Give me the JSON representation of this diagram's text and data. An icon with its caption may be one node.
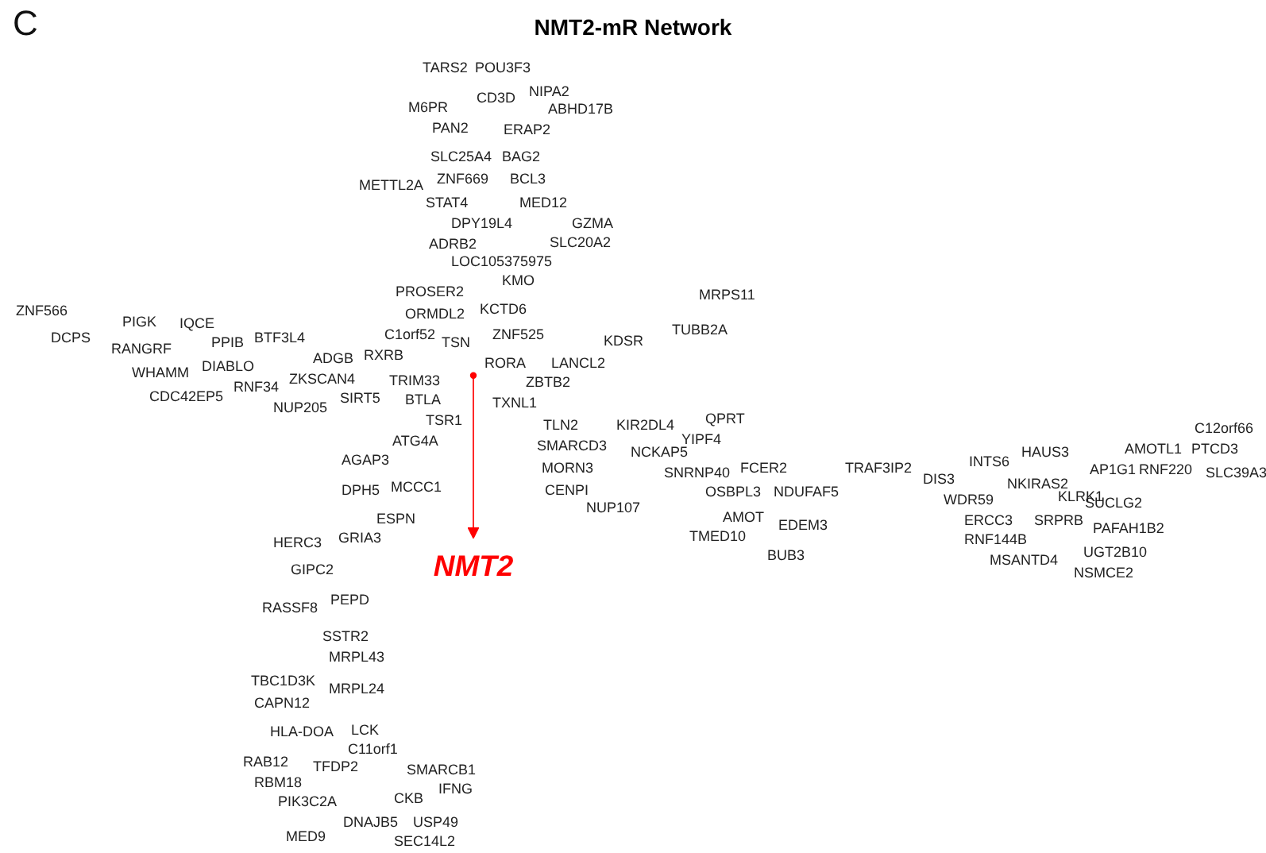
{
  "diagram": {
    "title": "NMT2-mR Network",
    "nodes": [
      {
        "text": [],
        "shape": "circle"
      },
      {
        "text": [
          "NMT2"
        ]
      }
    ],
    "edges": [
      {
        "from": 0,
        "to": 1,
        "arrow": "to",
        "color": "#ff0000"
      }
    ],
    "labels": [
      "C",
      "TARS2",
      "POU3F3",
      "CD3D",
      "NIPA2",
      "M6PR",
      "ABHD17B",
      "PAN2",
      "ERAP2",
      "SLC25A4",
      "BAG2",
      "ZNF669",
      "BCL3",
      "METTL2A",
      "STAT4",
      "MED12",
      "DPY19L4",
      "GZMA",
      "ADRB2",
      "SLC20A2",
      "LOC105375975",
      "KMO",
      "PROSER2",
      "KCTD6",
      "MRPS11",
      "ORMDL2",
      "ZNF525",
      "ZNF566",
      "PIGK",
      "IQCE",
      "C1orf52",
      "TSN",
      "TUBB2A",
      "DCPS",
      "RANGRF",
      "PPIB",
      "BTF3L4",
      "RXRB",
      "KDSR",
      "ADGB",
      "RORA",
      "LANCL2",
      "WHAMM",
      "DIABLO",
      "ZKSCAN4",
      "TRIM33",
      "ZBTB2",
      "RNF34",
      "CDC42EP5",
      "SIRT5",
      "BTLA",
      "TXNL1",
      "NUP205",
      "TSR1",
      "TLN2",
      "KIR2DL4",
      "QPRT",
      "ATG4A",
      "SMARCD3",
      "YIPF4",
      "HAUS3",
      "AMOTL1",
      "C12orf66",
      "AGAP3",
      "NCKAP5",
      "AP1G1",
      "PTCD3",
      "MORN3",
      "SNRNP40",
      "FCER2",
      "TRAF3IP2",
      "INTS6",
      "KLRK1",
      "RNF220",
      "SLC39A3",
      "DPH5",
      "MCCC1",
      "CENPI",
      "OSBPL3",
      "NDUFAF5",
      "DIS3",
      "NKIRAS2",
      "NUP107",
      "WDR59",
      "ESPN",
      "AMOT",
      "EDEM3",
      "SUCLG2",
      "TMED10",
      "ERCC3",
      "SRPRB",
      "PAFAH1B2",
      "HERC3",
      "GRIA3",
      "BUB3",
      "RNF144B",
      "UGT2B10",
      "GIPC2",
      "MSANTD4",
      "NSMCE2",
      "PEPD",
      "RASSF8",
      "SSTR2",
      "MRPL43",
      "TBC1D3K",
      "MRPL24",
      "CAPN12",
      "HLA-DOA",
      "LCK",
      "C11orf1",
      "RAB12",
      "TFDP2",
      "SMARCB1",
      "RBM18",
      "IFNG",
      "PIK3C2A",
      "CKB",
      "DNAJB5",
      "USP49",
      "MED9",
      "SEC14L2"
    ]
  }
}
